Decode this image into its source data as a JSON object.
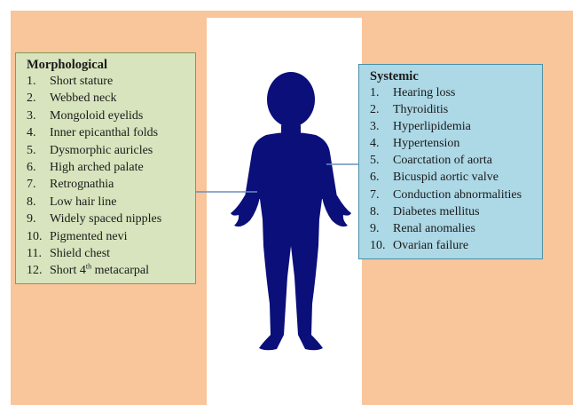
{
  "colors": {
    "background": "#f9c59a",
    "center_panel": "#ffffff",
    "silhouette": "#0a0f7a",
    "morphological_box": "#d7e4bd",
    "systemic_box": "#add8e6",
    "connector_line": "#6a8fc0"
  },
  "morphological": {
    "title": "Morphological",
    "items": [
      {
        "num": "1.",
        "text": "Short stature"
      },
      {
        "num": "2.",
        "text": "Webbed neck"
      },
      {
        "num": "3.",
        "text": "Mongoloid eyelids"
      },
      {
        "num": "4.",
        "text": "Inner epicanthal folds"
      },
      {
        "num": "5.",
        "text": "Dysmorphic auricles"
      },
      {
        "num": "6.",
        "text": "High arched palate"
      },
      {
        "num": "7.",
        "text": "Retrognathia"
      },
      {
        "num": "8.",
        "text": "Low hair line"
      },
      {
        "num": "9.",
        "text": "Widely spaced nipples"
      },
      {
        "num": "10.",
        "text": "Pigmented nevi"
      },
      {
        "num": "11.",
        "text": "Shield chest"
      },
      {
        "num": "12.",
        "text_before": "Short 4",
        "sup": "th",
        "text_after": " metacarpal"
      }
    ]
  },
  "systemic": {
    "title": "Systemic",
    "items": [
      {
        "num": "1.",
        "text": "Hearing loss"
      },
      {
        "num": "2.",
        "text": "Thyroiditis"
      },
      {
        "num": "3.",
        "text": "Hyperlipidemia"
      },
      {
        "num": "4.",
        "text": "Hypertension"
      },
      {
        "num": "5.",
        "text": "Coarctation of aorta"
      },
      {
        "num": "6.",
        "text": "Bicuspid aortic valve"
      },
      {
        "num": "7.",
        "text": "Conduction abnormalities"
      },
      {
        "num": "8.",
        "text": "Diabetes mellitus"
      },
      {
        "num": "9.",
        "text": "Renal anomalies"
      },
      {
        "num": "10.",
        "text": "Ovarian failure"
      }
    ]
  }
}
